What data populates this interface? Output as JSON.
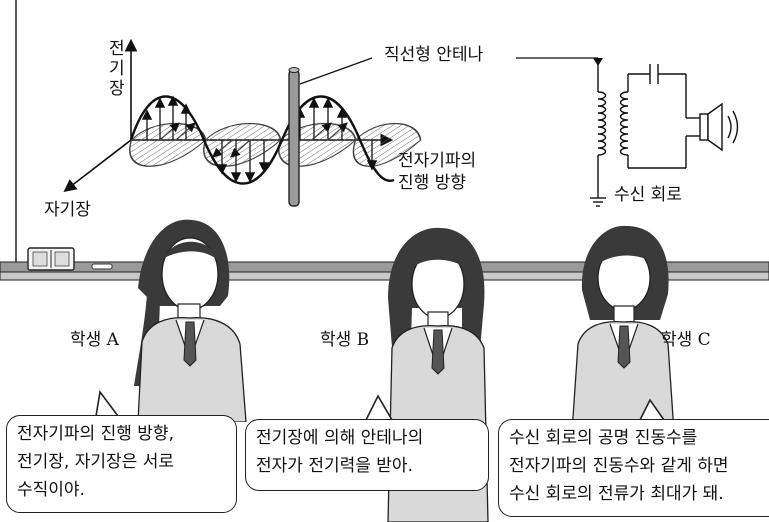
{
  "diagram": {
    "efield_label_chars": [
      "전",
      "기",
      "장"
    ],
    "bfield_label": "자기장",
    "antenna_label": "직선형 안테나",
    "propagation_label_lines": [
      "전자기파의",
      "진행 방향"
    ],
    "receiver_label": "수신 회로"
  },
  "students": [
    {
      "name": "학생 A",
      "speech_lines": [
        "전자기파의 진행 방향,",
        "전기장, 자기장은 서로",
        "수직이야."
      ]
    },
    {
      "name": "학생 B",
      "speech_lines": [
        "전기장에 의해 안테나의",
        "전자가 전기력을 받아."
      ]
    },
    {
      "name": "학생 C",
      "speech_lines": [
        "수신 회로의 공명 진동수를",
        "전자기파의 진동수와 같게 하면",
        "수신 회로의 전류가 최대가 돼."
      ]
    }
  ],
  "colors": {
    "board": "#ffffff",
    "ledge": "#8a8a8a",
    "ink": "#111111",
    "hatch": "#666666",
    "antenna": "#9a9a9a",
    "vest": "#d9d9d9",
    "hair": "#3a3a3a"
  }
}
